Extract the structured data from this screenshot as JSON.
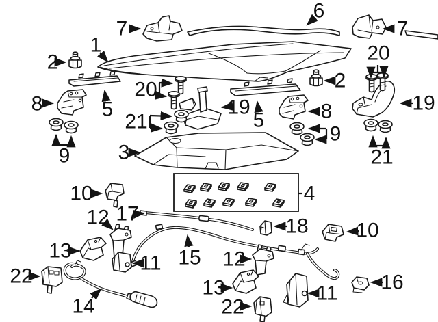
{
  "figure": {
    "type": "exploded-parts-diagram",
    "subject": "hood-and-components",
    "background_color": "#ffffff",
    "line_color": "#1a1a1a",
    "callout_numbers_visible": [
      "1",
      "2",
      "3",
      "4",
      "5",
      "6",
      "7",
      "8",
      "9",
      "10",
      "11",
      "12",
      "13",
      "14",
      "15",
      "16",
      "17",
      "18",
      "19",
      "20",
      "21",
      "22"
    ],
    "fastener_box": {
      "callout": "4",
      "clips_shown": 10
    }
  },
  "callouts": {
    "n1": {
      "label": "1"
    },
    "n2a": {
      "label": "2"
    },
    "n2b": {
      "label": "2"
    },
    "n3": {
      "label": "3"
    },
    "n4": {
      "label": "4"
    },
    "n5a": {
      "label": "5"
    },
    "n5b": {
      "label": "5"
    },
    "n6": {
      "label": "6"
    },
    "n7a": {
      "label": "7"
    },
    "n7b": {
      "label": "7"
    },
    "n8a": {
      "label": "8"
    },
    "n8b": {
      "label": "8"
    },
    "n9a": {
      "label": "9"
    },
    "n9b": {
      "label": "9"
    },
    "n10a": {
      "label": "10"
    },
    "n10b": {
      "label": "10"
    },
    "n11a": {
      "label": "11"
    },
    "n11b": {
      "label": "11"
    },
    "n12a": {
      "label": "12"
    },
    "n12b": {
      "label": "12"
    },
    "n13a": {
      "label": "13"
    },
    "n13b": {
      "label": "13"
    },
    "n14": {
      "label": "14"
    },
    "n15": {
      "label": "15"
    },
    "n16": {
      "label": "16"
    },
    "n17": {
      "label": "17"
    },
    "n18": {
      "label": "18"
    },
    "n19a": {
      "label": "19"
    },
    "n19b": {
      "label": "19"
    },
    "n20a": {
      "label": "20"
    },
    "n20b": {
      "label": "20"
    },
    "n21a": {
      "label": "21"
    },
    "n21b": {
      "label": "21"
    },
    "n22a": {
      "label": "22"
    },
    "n22b": {
      "label": "22"
    }
  }
}
